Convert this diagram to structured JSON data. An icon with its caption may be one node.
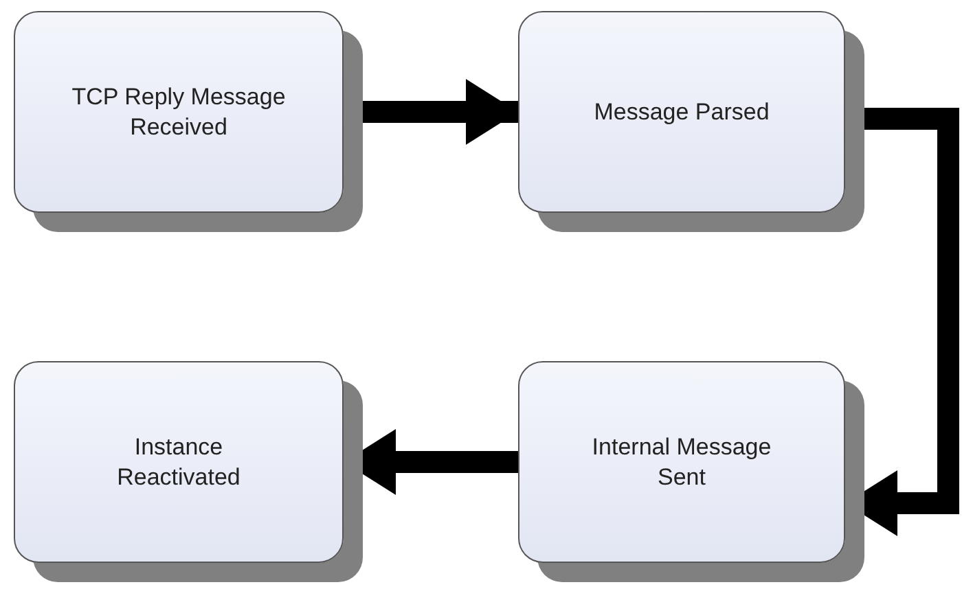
{
  "diagram": {
    "nodes": [
      {
        "text": [
          "TCP Reply Message Received"
        ]
      },
      {
        "text": [
          "Message Parsed"
        ]
      },
      {
        "text": [
          "Instance Reactivated"
        ]
      },
      {
        "text": [
          "Internal Message Sent"
        ]
      }
    ],
    "edges": [
      {
        "from": 0,
        "to": 1,
        "arrow": "to"
      },
      {
        "from": 1,
        "to": 3,
        "arrow": "to"
      },
      {
        "from": 3,
        "to": 2,
        "arrow": "to"
      }
    ]
  }
}
